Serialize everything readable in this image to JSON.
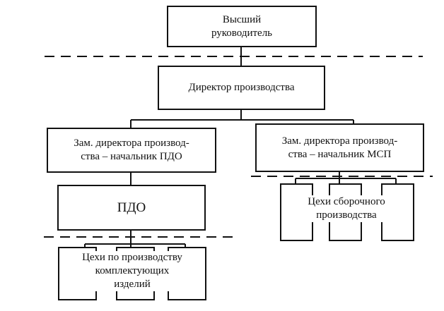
{
  "nodes": {
    "top_manager": "Высший\nруководитель",
    "production_director": "Директор производства",
    "deputy_pdo": "Зам. директора производ-\nства – начальник ПДО",
    "deputy_msp": "Зам. директора производ-\nства – начальник МСП",
    "pdo": "ПДО",
    "component_shops": "Цехи по производству\nкомплектующих\nизделий",
    "assembly_shops": "Цехи сборочного\nпроизводства"
  },
  "colors": {
    "line": "#111111",
    "background": "#ffffff"
  }
}
